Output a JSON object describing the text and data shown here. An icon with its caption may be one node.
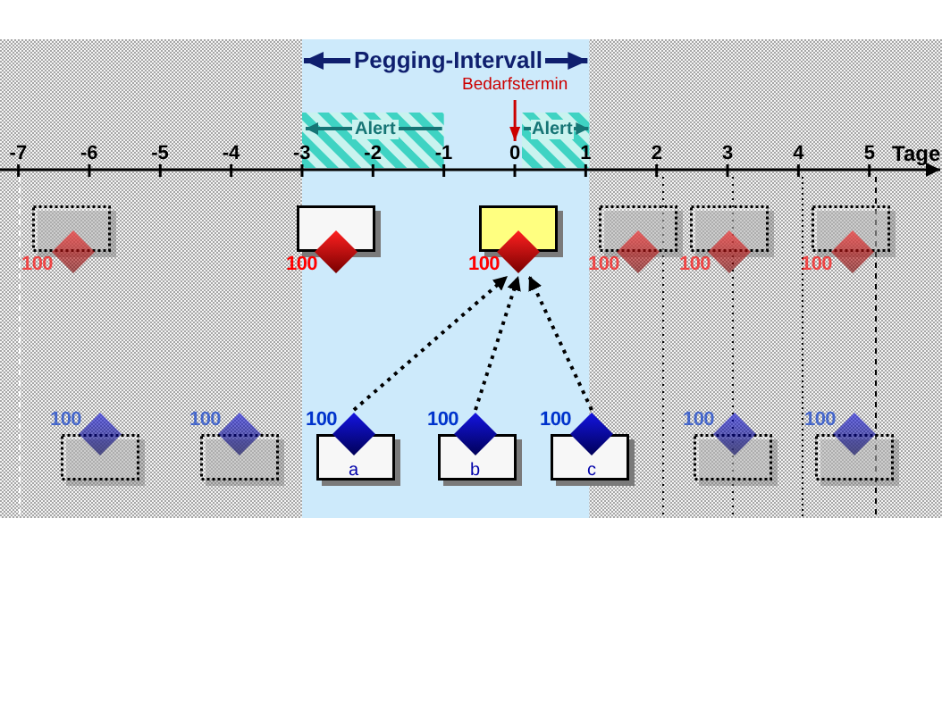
{
  "diagram": {
    "nodes": [
      {
        "text": [
          "Bedarfstermin"
        ]
      },
      {
        "text": [
          "0"
        ]
      },
      {
        "text": [],
        "shape": "box",
        "beside": [
          "100"
        ]
      },
      {
        "text": [],
        "shape": "box",
        "beside": [
          "100"
        ]
      },
      {
        "text": [],
        "shape": "box",
        "beside": [
          "100"
        ]
      },
      {
        "text": [],
        "shape": "box",
        "beside": [
          "100"
        ]
      },
      {
        "text": [],
        "shape": "box",
        "beside": [
          "100"
        ]
      },
      {
        "text": [],
        "shape": "box",
        "beside": [
          "100"
        ]
      },
      {
        "text": [],
        "shape": "box",
        "beside": [
          "100"
        ]
      },
      {
        "text": [],
        "shape": "box",
        "beside": [
          "100"
        ]
      },
      {
        "text": [
          "a"
        ],
        "beside": [
          "100"
        ]
      },
      {
        "text": [
          "b"
        ],
        "beside": [
          "100"
        ]
      },
      {
        "text": [
          "c"
        ],
        "beside": [
          "100"
        ]
      },
      {
        "text": [],
        "shape": "box",
        "beside": [
          "100"
        ]
      },
      {
        "text": [],
        "shape": "box",
        "beside": [
          "100"
        ]
      }
    ],
    "edges": [
      {
        "from": 0,
        "to": 1,
        "arrow": "to",
        "color": "#cc0000"
      },
      {
        "from": 10,
        "to": 4,
        "arrow": "to",
        "style": "dashed"
      },
      {
        "from": 11,
        "to": 4,
        "arrow": "to",
        "style": "dashed"
      },
      {
        "from": 12,
        "to": 4,
        "arrow": "to",
        "style": "dashed"
      }
    ],
    "labels": [
      "Pegging-Intervall",
      "Alert",
      "Alert",
      "-7",
      "-6",
      "-5",
      "-4",
      "-3",
      "-2",
      "-1",
      "1",
      "2",
      "3",
      "4",
      "5",
      "Tage"
    ]
  }
}
